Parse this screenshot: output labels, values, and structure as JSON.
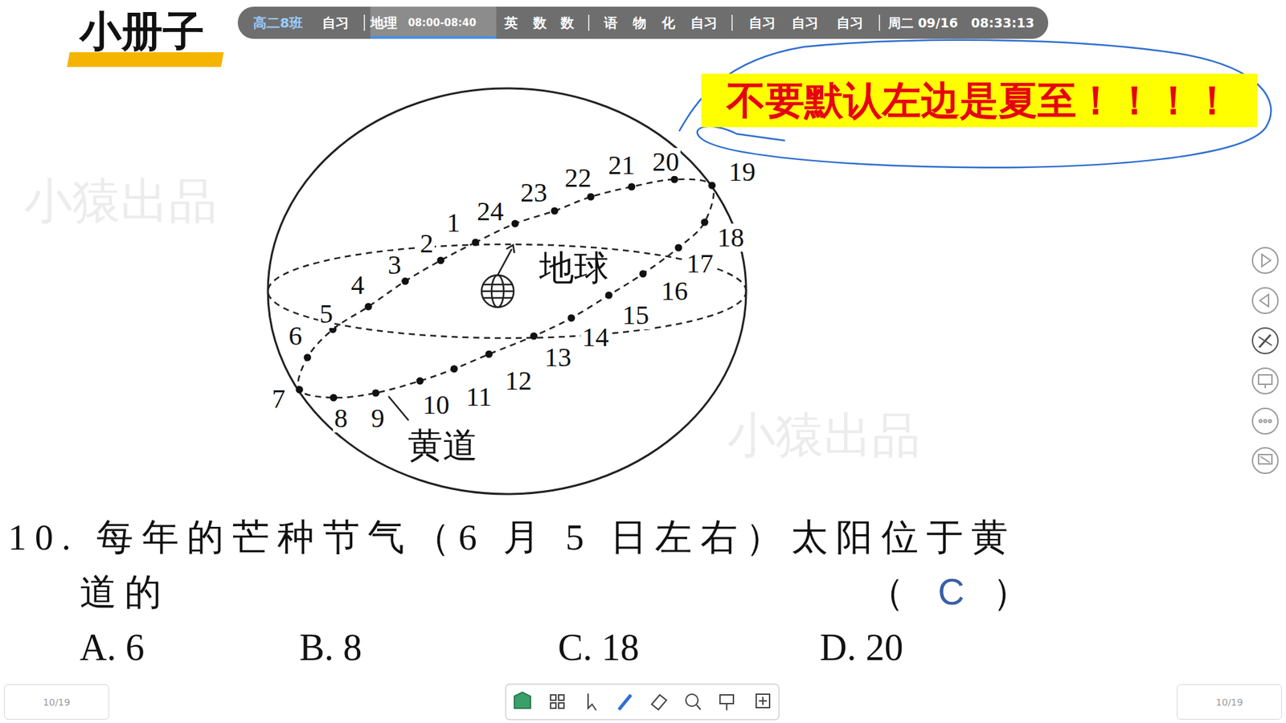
{
  "diagram": {
    "nodes": [
      {
        "text": [
          "高二8班",
          "自习",
          "地理",
          "08:00-08:40",
          "英",
          "数",
          "数",
          "语",
          "物",
          "化",
          "自习",
          "自习",
          "自习",
          "自习",
          "周二 09/16",
          "08:33:13"
        ]
      },
      {
        "text": [
          "不要默认左边是夏至！！！！"
        ]
      },
      {
        "text": [
          "10/19"
        ]
      },
      {
        "text": [
          "10/19"
        ]
      }
    ],
    "labels": [
      "小册子",
      "1",
      "2",
      "3",
      "4",
      "5",
      "6",
      "7",
      "8",
      "9",
      "10",
      "11",
      "12",
      "13",
      "14",
      "15",
      "16",
      "17",
      "18",
      "19",
      "20",
      "21",
      "22",
      "23",
      "24",
      "地球",
      "黄道",
      "10. 每年的芒种节气（6 月 5 日左右）太阳位于黄",
      "道的",
      "（",
      "C",
      "）",
      "A. 6",
      "B. 8",
      "C. 18",
      "D. 20",
      "小猿出品",
      "小猿出品"
    ]
  }
}
